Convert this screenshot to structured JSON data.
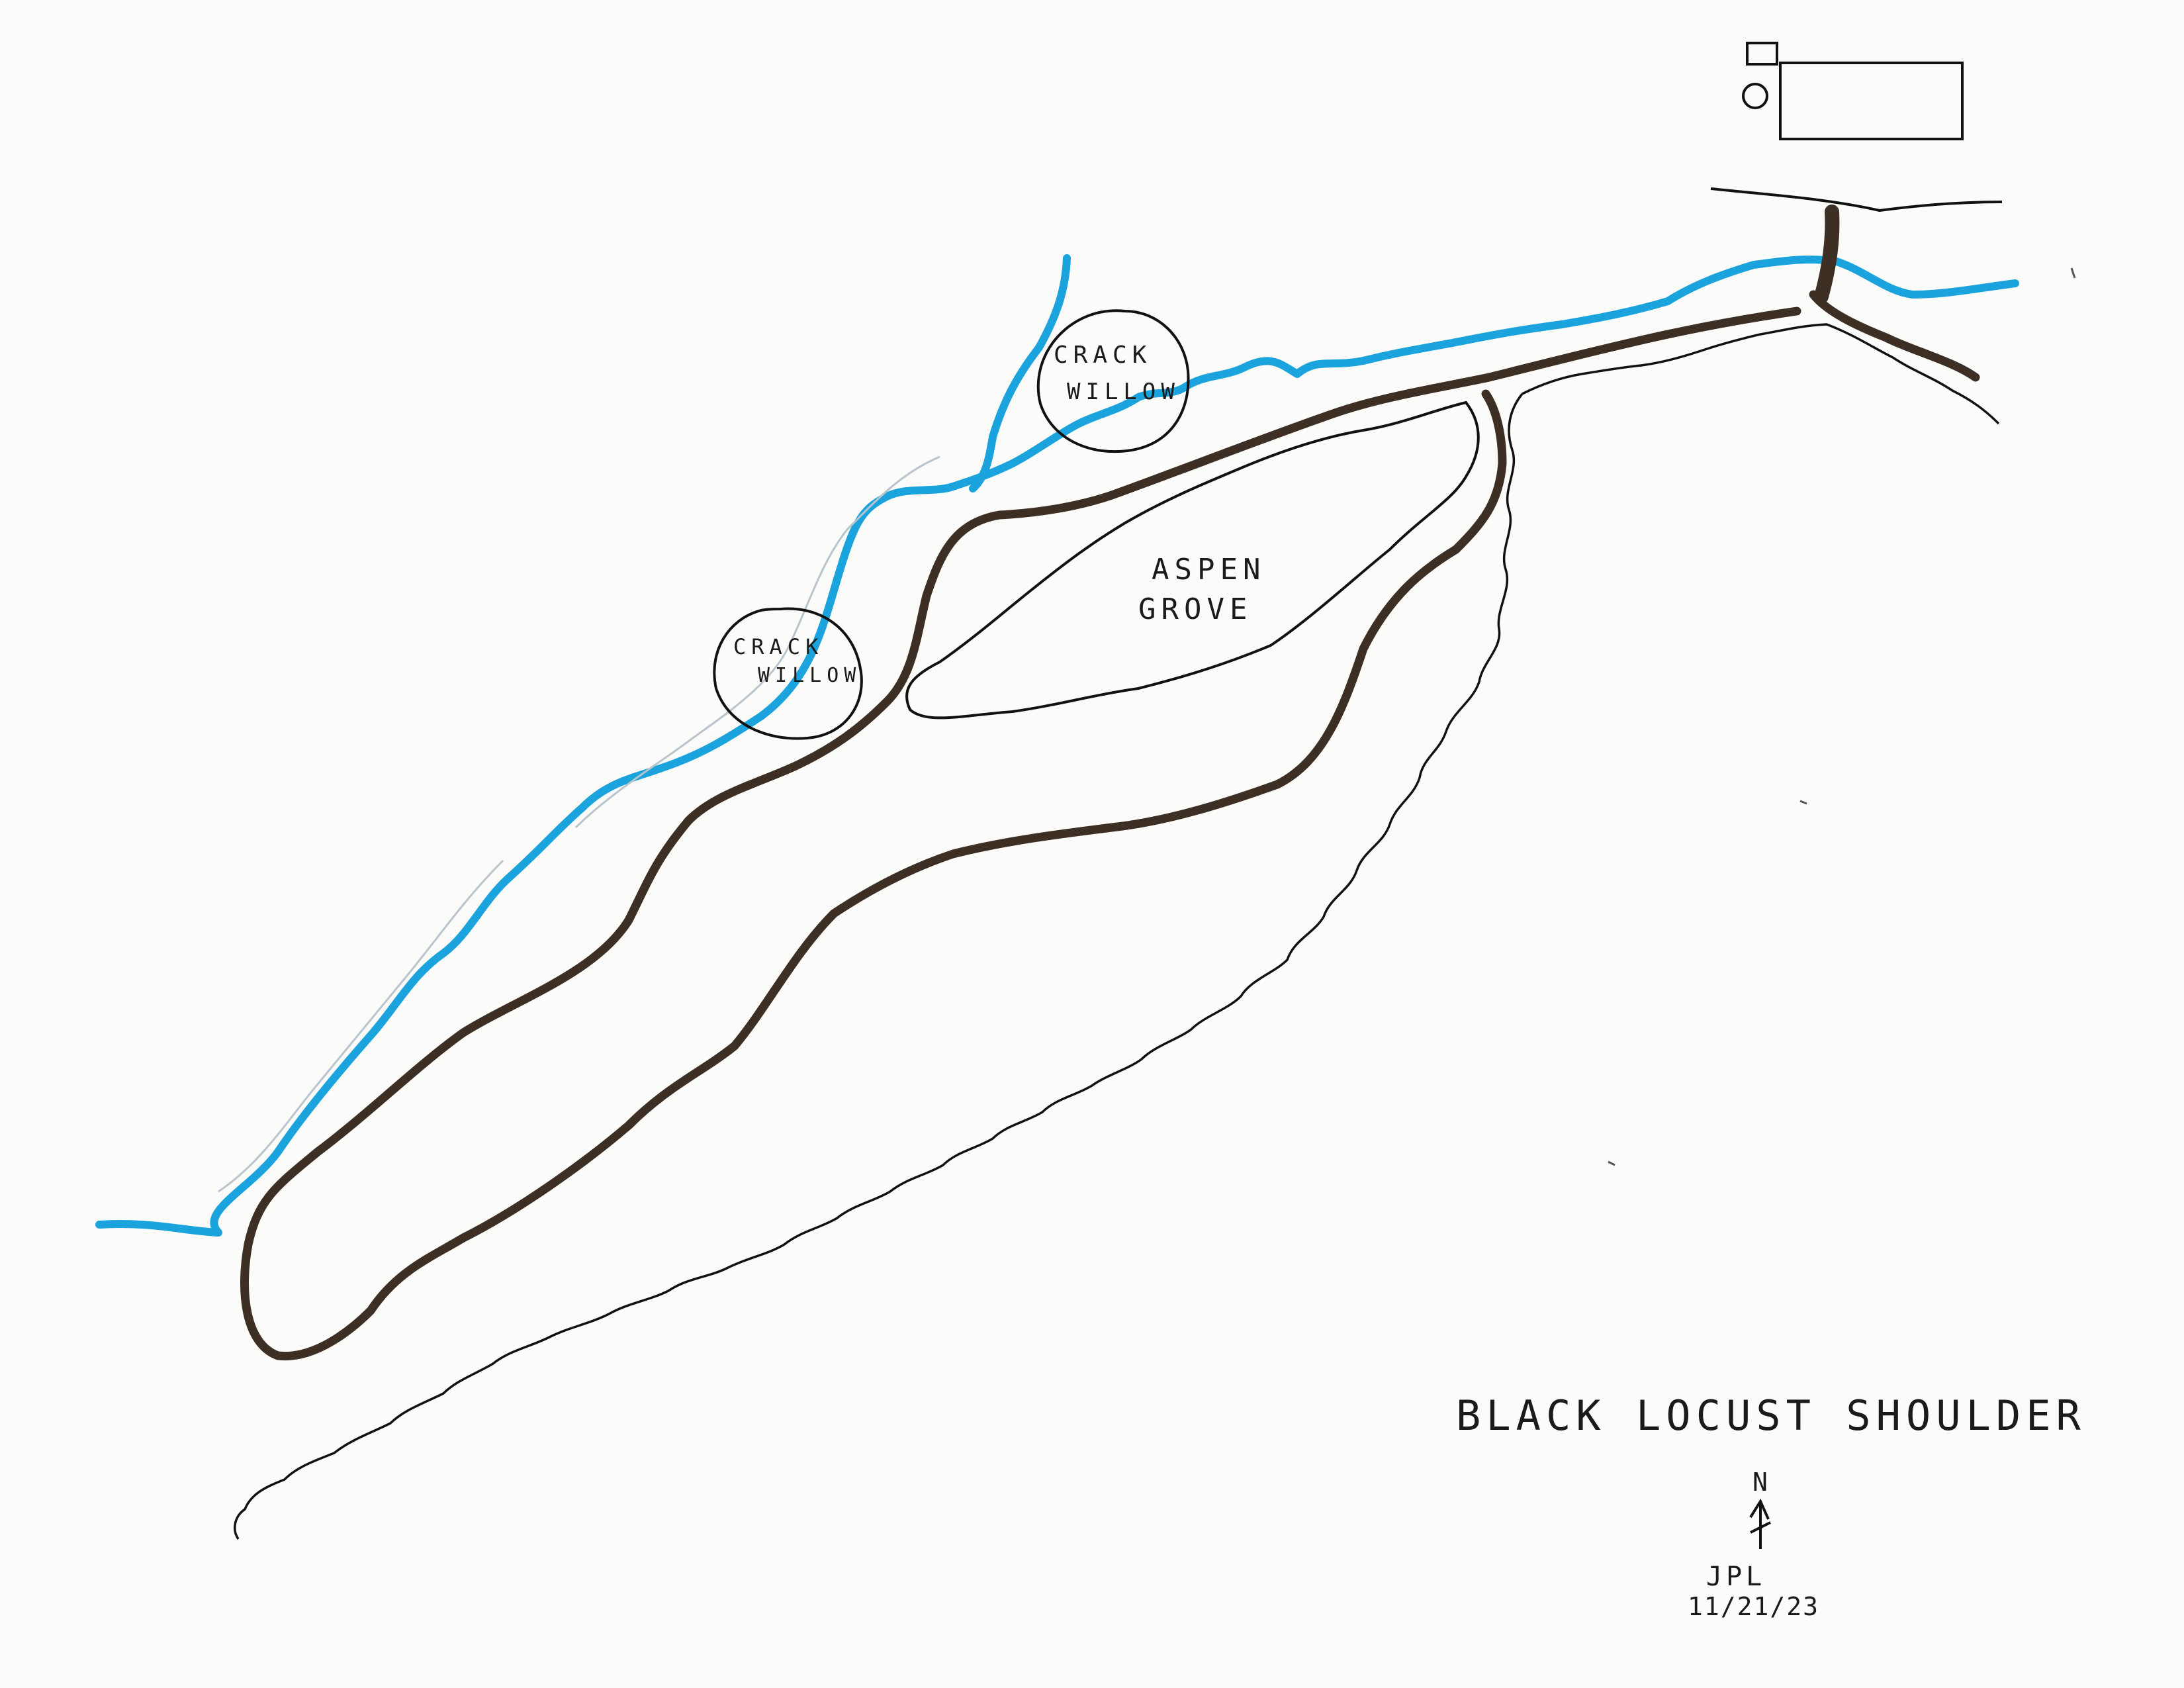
{
  "map": {
    "title": "BLACK LOCUST SHOULDER",
    "labels": {
      "aspen_line1": "ASPEN",
      "aspen_line2": "GROVE",
      "willow_upper_line1": "CRACK",
      "willow_upper_line2": "WILLOW",
      "willow_lower_line1": "CRACK",
      "willow_lower_line2": "WILLOW"
    },
    "north_arrow": {
      "letter": "N"
    },
    "signature": {
      "initials": "JPL",
      "date": "11/21/23"
    },
    "colors": {
      "stream": "#1aa3dd",
      "trail": "#3e2f25",
      "outline": "#111111",
      "paper": "#fbfbfa"
    }
  }
}
